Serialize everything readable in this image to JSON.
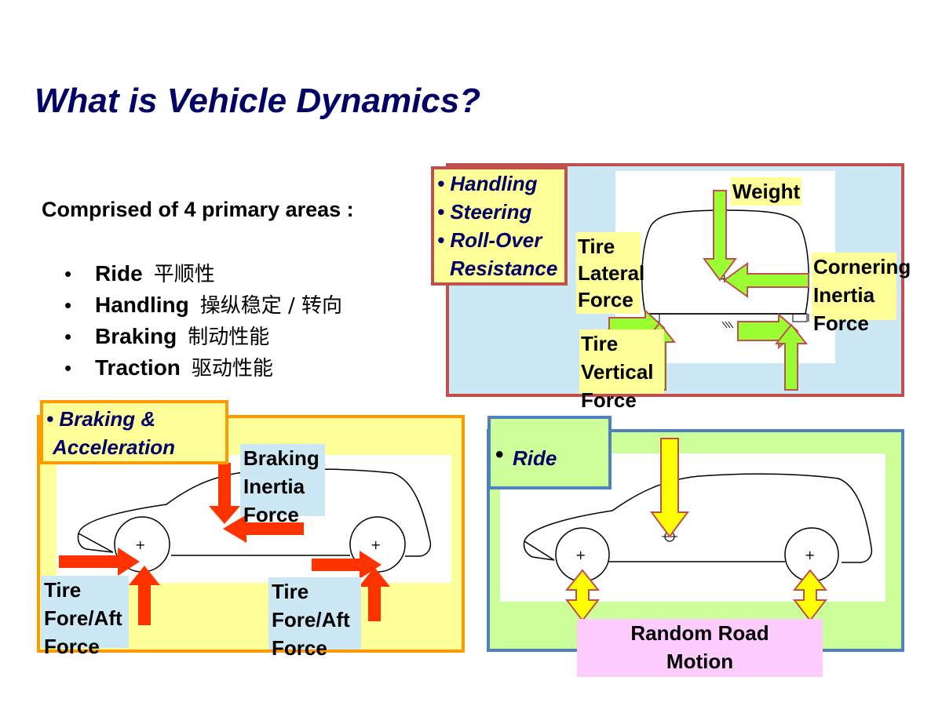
{
  "slide": {
    "title": "What is Vehicle Dynamics?",
    "intro": "Comprised of 4 primary areas :",
    "areas": [
      {
        "bullet": "•",
        "en": "Ride",
        "zh": "平顺性"
      },
      {
        "bullet": "•",
        "en": "Handling",
        "zh": "操纵稳定 / 转向"
      },
      {
        "bullet": "•",
        "en": "Braking",
        "zh": "制动性能"
      },
      {
        "bullet": "•",
        "en": "Traction",
        "zh": "驱动性能"
      }
    ]
  },
  "handling_panel": {
    "topics": [
      "• Handling",
      "• Steering",
      "• Roll-Over",
      "Resistance"
    ],
    "weight": "Weight",
    "tire_lateral": [
      "Tire",
      "Lateral",
      "Force"
    ],
    "cornering": [
      "Cornering",
      "Inertia",
      "Force"
    ],
    "tire_vertical": [
      "Tire",
      "Vertical",
      "Force"
    ]
  },
  "braking_panel": {
    "topics": [
      "• Braking &",
      "Acceleration"
    ],
    "braking_inertia": [
      "Braking",
      "Inertia",
      "Force"
    ],
    "tire_fore_aft_left": [
      "Tire",
      "Fore/Aft",
      "Force"
    ],
    "tire_fore_aft_right": [
      "Tire",
      "Fore/Aft",
      "Force"
    ]
  },
  "ride_panel": {
    "topic_bullet": "•",
    "topic": "Ride",
    "road_motion": [
      "Random Road",
      "Motion"
    ]
  },
  "colors": {
    "title": "#000066",
    "green_arrow": "#99ff33",
    "red_arrow": "#ff3300",
    "yellow_arrow": "#ffff00",
    "handling_border": "#c0504d",
    "braking_border": "#ff9900",
    "ride_border": "#4f81bd"
  }
}
